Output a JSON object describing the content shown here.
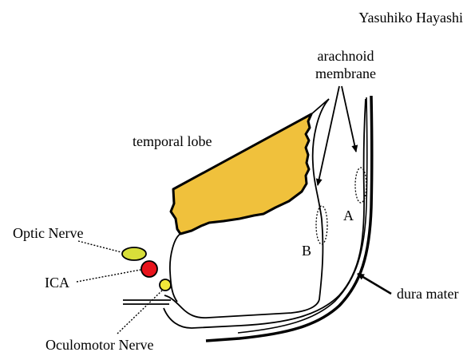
{
  "author": "Yasuhiko Hayashi",
  "labels": {
    "arachnoid_line1": "arachnoid",
    "arachnoid_line2": "membrane",
    "temporal_lobe": "temporal lobe",
    "optic_nerve": "Optic Nerve",
    "ica": "ICA",
    "oculomotor_nerve": "Oculomotor Nerve",
    "dura_mater": "dura mater",
    "region_a": "A",
    "region_b": "B"
  },
  "colors": {
    "temporal_lobe_fill": "#f0c13c",
    "optic_nerve_fill": "#d8df3a",
    "ica_fill": "#e8141c",
    "oculomotor_fill": "#f2e83a",
    "stroke": "#000000"
  }
}
